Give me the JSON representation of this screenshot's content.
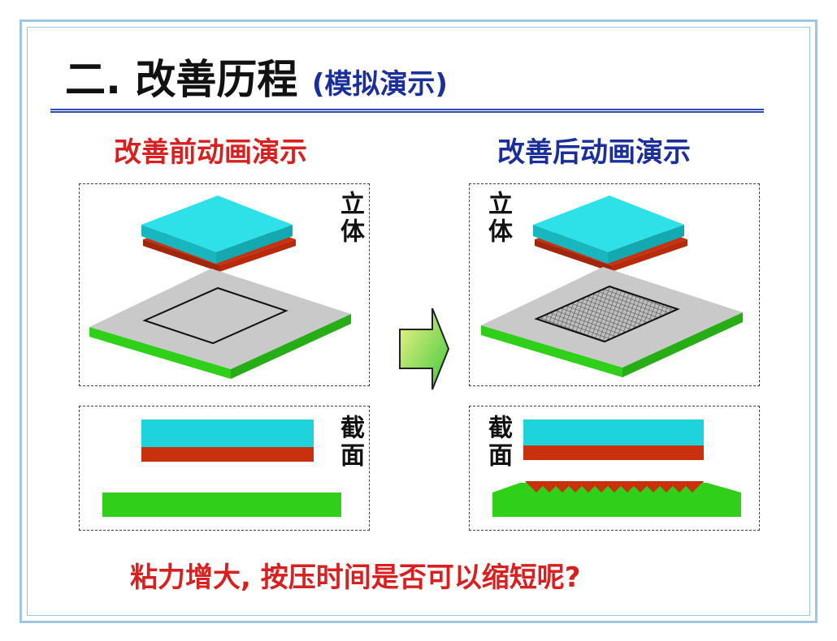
{
  "slide": {
    "title": "二. 改善历程",
    "title_sub": "(模拟演示)",
    "before_heading": "改善前动画演示",
    "after_heading": "改善后动画演示",
    "label_3d": "立体",
    "label_section": "截面",
    "question": "粘力增大, 按压时间是否可以缩短呢?"
  },
  "colors": {
    "cyan": "#1fd3dc",
    "red_layer": "#c8300e",
    "green_base": "#2fcf1a",
    "gray_plate": "#c9c9c9",
    "arrow_gradient": [
      "#f6f48a",
      "#3ec83a"
    ]
  }
}
